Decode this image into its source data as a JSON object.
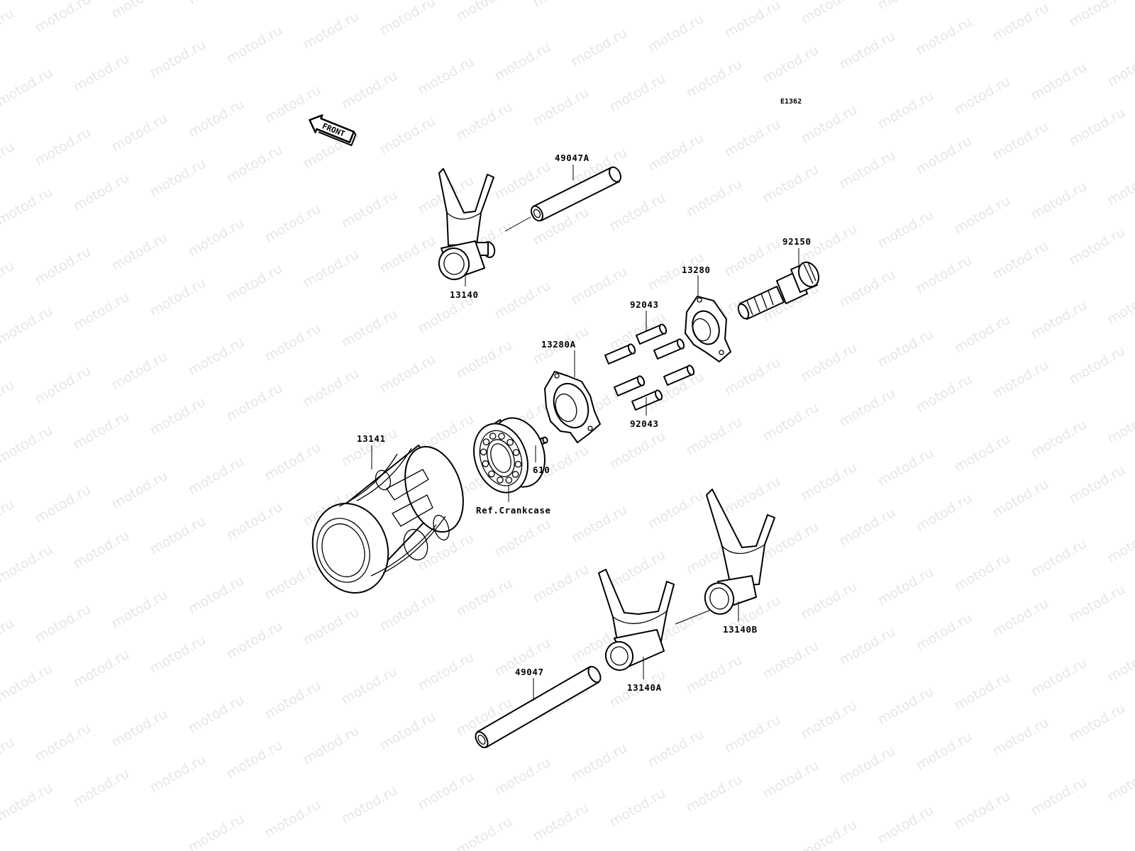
{
  "watermark": {
    "text": "motod.ru",
    "color": "#e6e6e6"
  },
  "diagram": {
    "code": "E1362",
    "front_arrow_text": "FRONT",
    "labels": {
      "rod_49047A": "49047A",
      "fork_13140": "13140",
      "bolt_92150": "92150",
      "holder_13280": "13280",
      "pin_92043_top": "92043",
      "holder_13280A": "13280A",
      "pin_92043_bottom": "92043",
      "drum_13141": "13141",
      "pin_610": "610",
      "bearing_ref": "Ref.Crankcase",
      "fork_13140B": "13140B",
      "rod_49047": "49047",
      "fork_13140A": "13140A"
    }
  }
}
